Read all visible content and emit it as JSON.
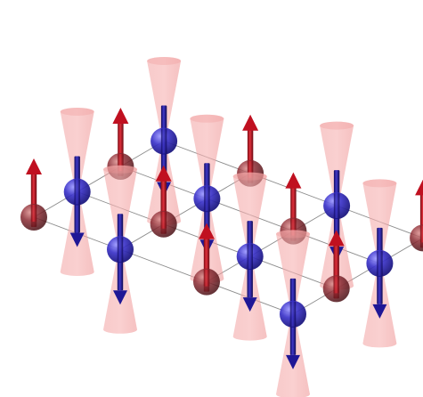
{
  "colors": {
    "background": "#ffffff",
    "grid_line": "#8c8c8c",
    "cone_fill": "#f29a9a",
    "blue_sphere": "#3b33c9",
    "blue_arrow": "#1f1796",
    "red_sphere": "#8a2a32",
    "red_arrow": "#c01020"
  },
  "diagram": {
    "lattice_size": [
      4,
      4
    ],
    "pattern": "checkerboard",
    "sublattice_A": {
      "sphere_color": "blue",
      "spin": "down",
      "cone": "hourglass"
    },
    "sublattice_B": {
      "sphere_color": "red",
      "spin": "up",
      "cone": "none"
    }
  }
}
